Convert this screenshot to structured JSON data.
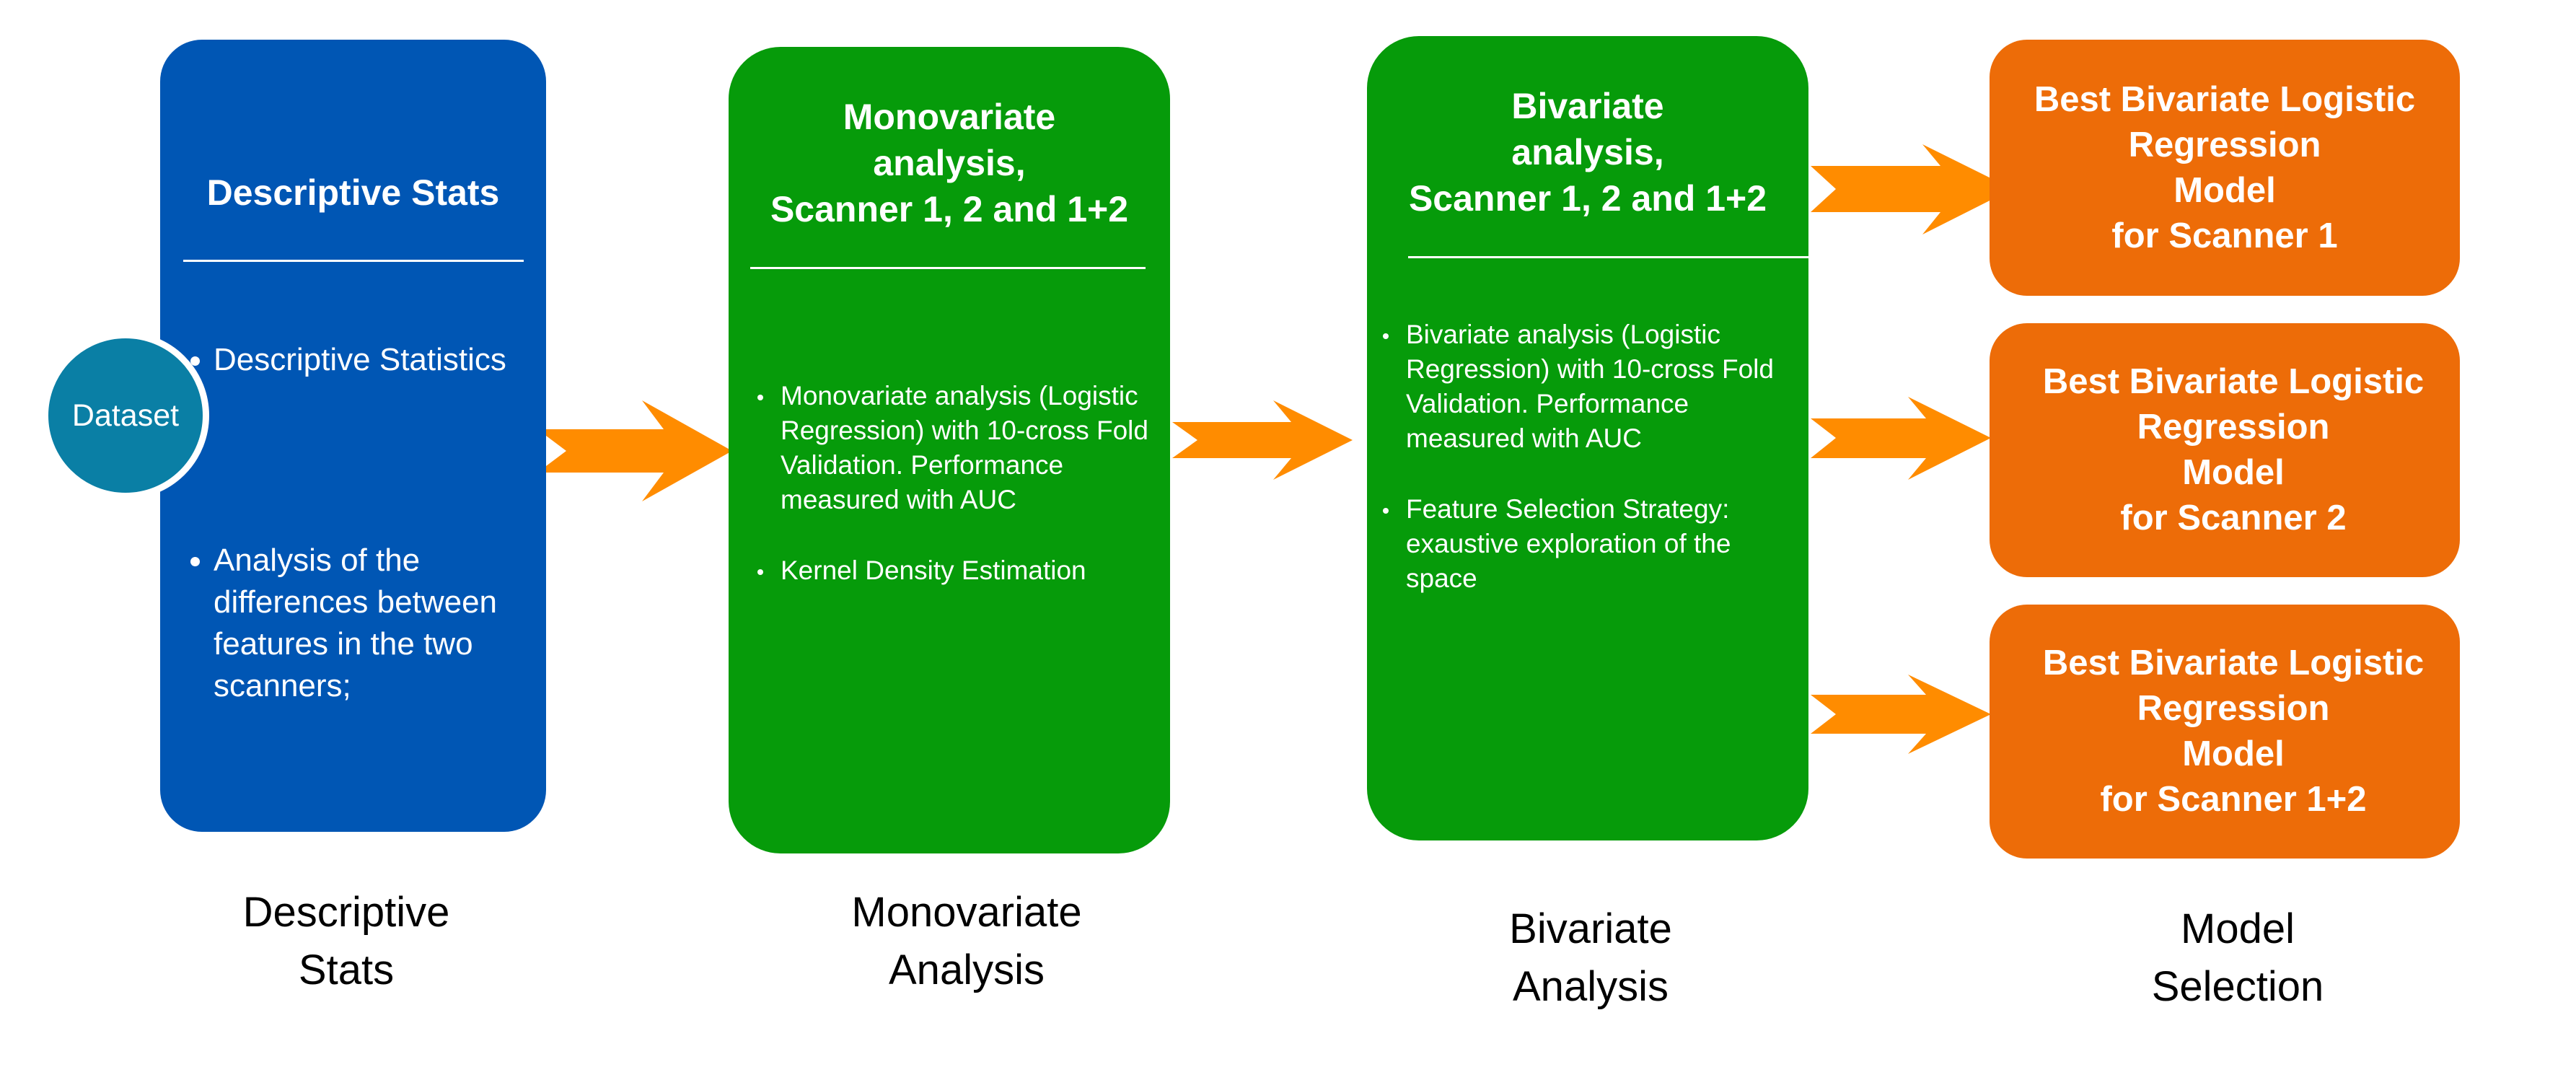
{
  "colors": {
    "blue_box": "#0056B4",
    "green_box": "#069B0A",
    "orange_box": "#ED6C08",
    "arrow": "#FF8C00",
    "dataset_circle": "#0A7FA5",
    "dataset_ring": "#FFFFFF"
  },
  "dataset": {
    "label": "Dataset"
  },
  "descriptive": {
    "title": "Descriptive Stats",
    "bullets": [
      "Descriptive Statistics",
      "Analysis of the differences between features in the two scanners;"
    ],
    "stage_label_line1": "Descriptive",
    "stage_label_line2": "Stats"
  },
  "monovariate": {
    "title_line1": "Monovariate",
    "title_line2": "analysis,",
    "title_line3": "Scanner 1, 2 and 1+2",
    "bullets": [
      "Monovariate analysis (Logistic Regression) with 10-cross Fold Validation. Performance measured with AUC",
      "Kernel Density Estimation"
    ],
    "stage_label_line1": "Monovariate",
    "stage_label_line2": "Analysis"
  },
  "bivariate": {
    "title_line1": "Bivariate",
    "title_line2": "analysis,",
    "title_line3": "Scanner 1, 2 and 1+2",
    "bullets": [
      "Bivariate analysis (Logistic Regression) with 10-cross Fold Validation. Performance measured with AUC",
      "Feature Selection Strategy: exaustive exploration of the space"
    ],
    "stage_label_line1": "Bivariate",
    "stage_label_line2": "Analysis"
  },
  "model_selection": {
    "boxes": [
      {
        "line1": "Best Bivariate Logistic",
        "line2": "Regression",
        "line3": "Model",
        "line4": "for Scanner 1"
      },
      {
        "line1": "Best Bivariate Logistic",
        "line2": "Regression",
        "line3": "Model",
        "line4": "for Scanner 2"
      },
      {
        "line1": "Best Bivariate Logistic",
        "line2": "Regression",
        "line3": "Model",
        "line4": "for Scanner 1+2"
      }
    ],
    "stage_label_line1": "Model",
    "stage_label_line2": "Selection"
  }
}
